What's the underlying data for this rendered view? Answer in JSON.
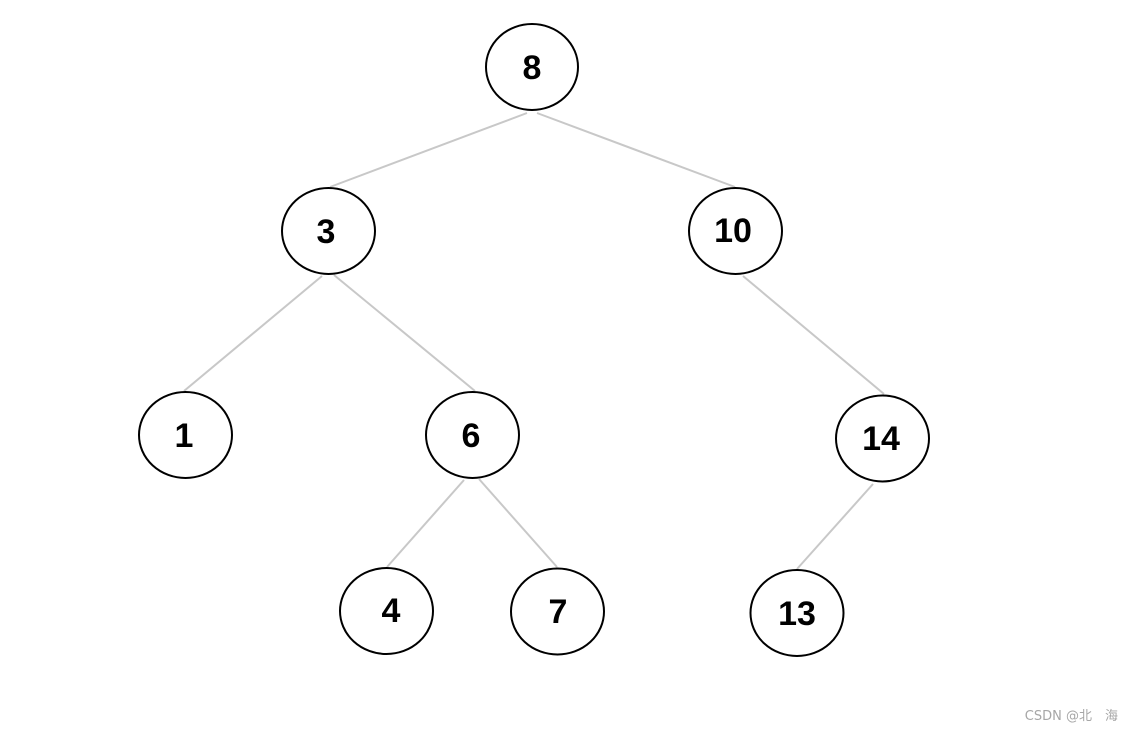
{
  "tree": {
    "label": "8",
    "left": {
      "label": "3",
      "left": {
        "label": "1"
      },
      "right": {
        "label": "6",
        "left": {
          "label": "4"
        },
        "right": {
          "label": "7"
        }
      }
    },
    "right": {
      "label": "10",
      "right": {
        "label": "14",
        "left": {
          "label": "13"
        }
      }
    }
  },
  "watermark": "CSDN @北　海",
  "colors": {
    "edge": "#c8c8c8",
    "node_border": "#000000",
    "label": "#000000",
    "watermark": "#a6a6a6"
  }
}
